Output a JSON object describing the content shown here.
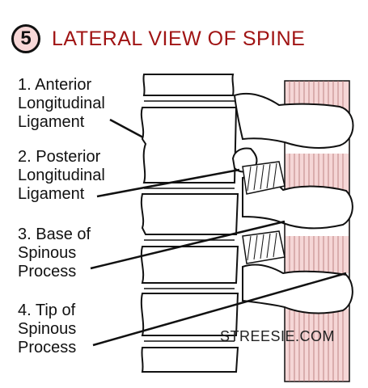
{
  "header": {
    "badge_number": "5",
    "title": "LATERAL VIEW OF SPINE",
    "title_color": "#a01414",
    "badge_fill": "#f7d7d7"
  },
  "labels": [
    {
      "text": "1. Anterior\nLongitudinal\nLigament"
    },
    {
      "text": "2. Posterior\nLongitudinal\nLigament"
    },
    {
      "text": "3. Base of\nSpinous\nProcess"
    },
    {
      "text": "4. Tip of\nSpinous\nProcess"
    }
  ],
  "watermark": "STREESIE.COM",
  "colors": {
    "ligament_fill": "#f5d6d6",
    "outline": "#111111"
  }
}
